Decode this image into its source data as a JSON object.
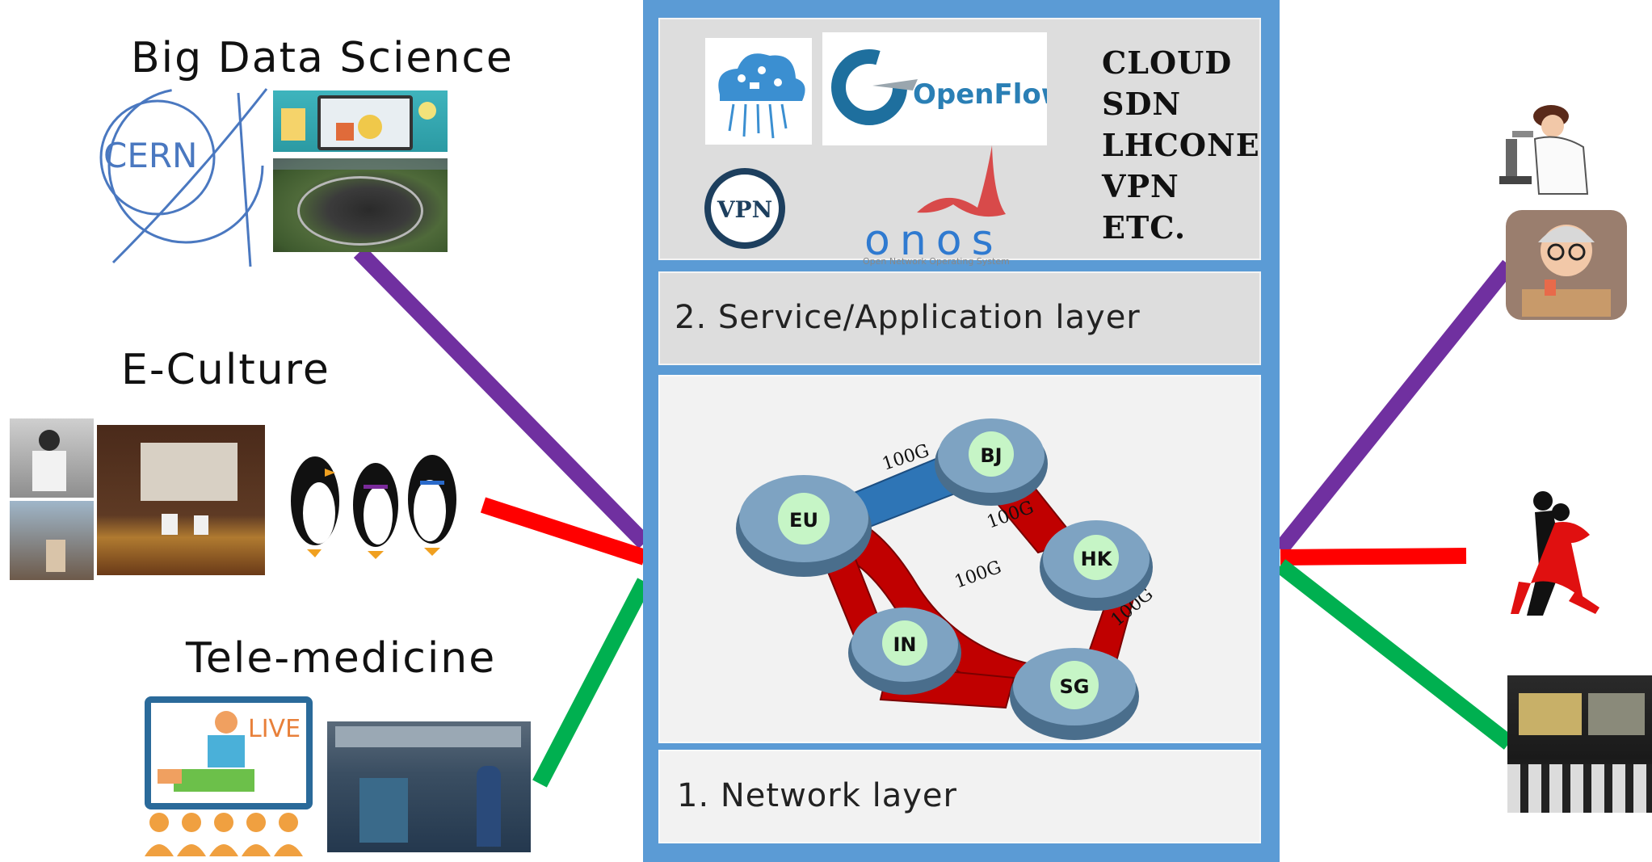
{
  "left_categories": {
    "big_data": "Big Data Science",
    "e_culture": "E-Culture",
    "tele_medicine": "Tele-medicine"
  },
  "logos": {
    "cern": "CERN",
    "openflow": "OpenFlow",
    "vpn": "VPN",
    "onos": "onos",
    "onos_sub": "Open Network Operating System",
    "live": "LIVE"
  },
  "tech_list": [
    "CLOUD",
    "SDN",
    "LHCONE",
    "VPN",
    "ETC."
  ],
  "layers": {
    "service": "2. Service/Application layer",
    "network": "1. Network layer"
  },
  "network": {
    "nodes": [
      "BJ",
      "EU",
      "HK",
      "IN",
      "SG"
    ],
    "link_labels": [
      "100G",
      "100G",
      "100G",
      "100G"
    ]
  },
  "colors": {
    "panel_border": "#5b9bd5",
    "purple_line": "#7030a0",
    "red_line": "#ff0000",
    "green_line": "#00b050",
    "red_link": "#c00000",
    "blue_link": "#2e75b6",
    "node_fill": "#c6f5c6"
  },
  "icons": {
    "scientist": "scientist-microscope-icon",
    "teacher": "old-scientist-icon",
    "dancers": "tango-dancers-icon",
    "lecture": "lecture-hall-icon"
  }
}
